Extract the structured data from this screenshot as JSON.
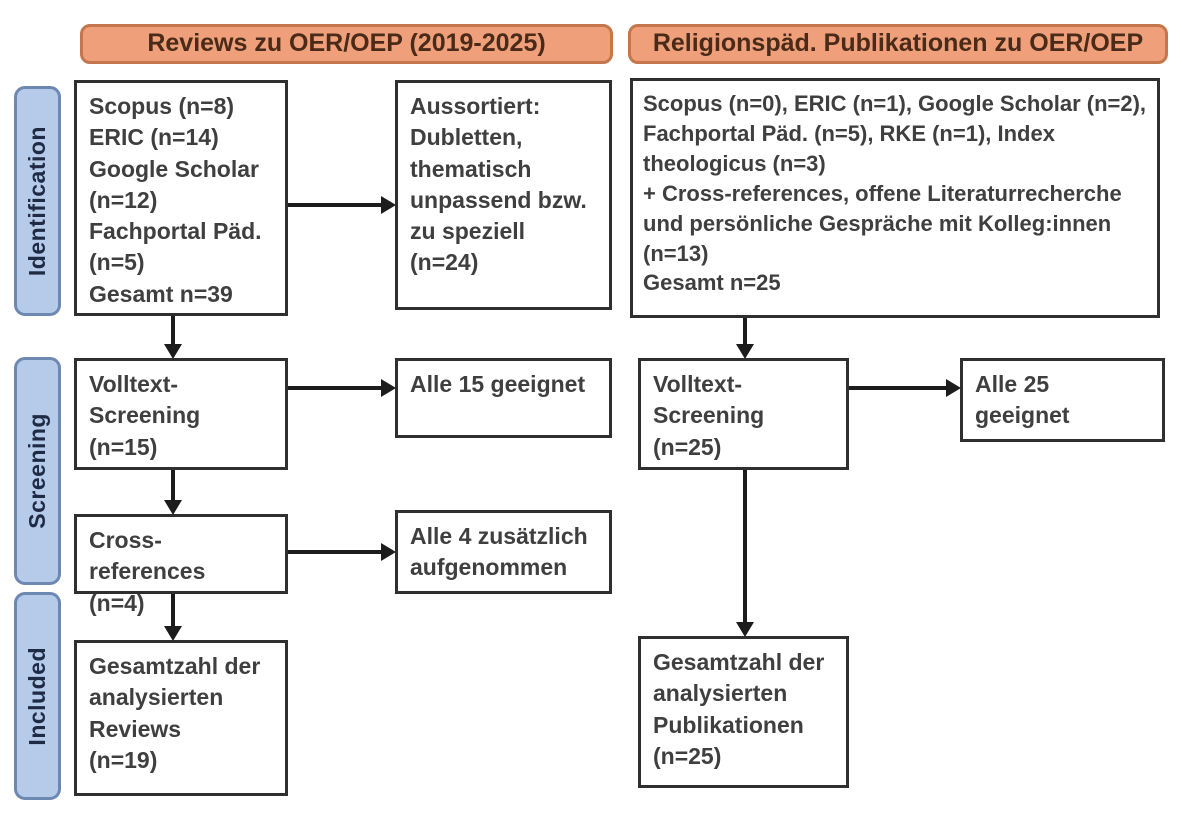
{
  "headers": {
    "left": "Reviews zu OER/OEP (2019-2025)",
    "right": "Religionspäd. Publikationen zu OER/OEP"
  },
  "stages": {
    "identification": "Identification",
    "screening": "Screening",
    "included": "Included"
  },
  "left_flow": {
    "sources": "Scopus (n=8)\nERIC (n=14)\nGoogle Scholar\n(n=12)\nFachportal Päd.\n(n=5)\nGesamt n=39",
    "excluded": "Aussortiert:\nDubletten,\nthematisch\nunpassend bzw.\nzu speziell\n(n=24)",
    "fulltext": "Volltext-\nScreening\n(n=15)",
    "eligible": "Alle 15 geeignet",
    "crossref": "Cross-references\n(n=4)",
    "added": "Alle 4 zusätzlich\naufgenommen",
    "total": "Gesamtzahl der\nanalysierten\nReviews\n(n=19)"
  },
  "right_flow": {
    "sources": "Scopus (n=0), ERIC (n=1), Google Scholar (n=2),\nFachportal Päd. (n=5), RKE (n=1), Index\ntheologicus (n=3)\n+ Cross-references, offene Literaturrecherche\nund persönliche Gespräche mit Kolleg:innen\n(n=13)\nGesamt n=25",
    "fulltext": "Volltext-\nScreening\n(n=25)",
    "eligible": "Alle 25 geeignet",
    "total": "Gesamtzahl der\nanalysierten\nPublikationen\n(n=25)"
  },
  "colors": {
    "header_fill": "#efa07a",
    "header_border": "#c4764c",
    "header_text": "#4a2a18",
    "stage_fill": "#b5cbe9",
    "stage_border": "#6d89b2",
    "stage_text": "#1f2b45",
    "box_border": "#2f2f2f",
    "box_text": "#3f3f3f",
    "arrow": "#1c1c1c"
  }
}
